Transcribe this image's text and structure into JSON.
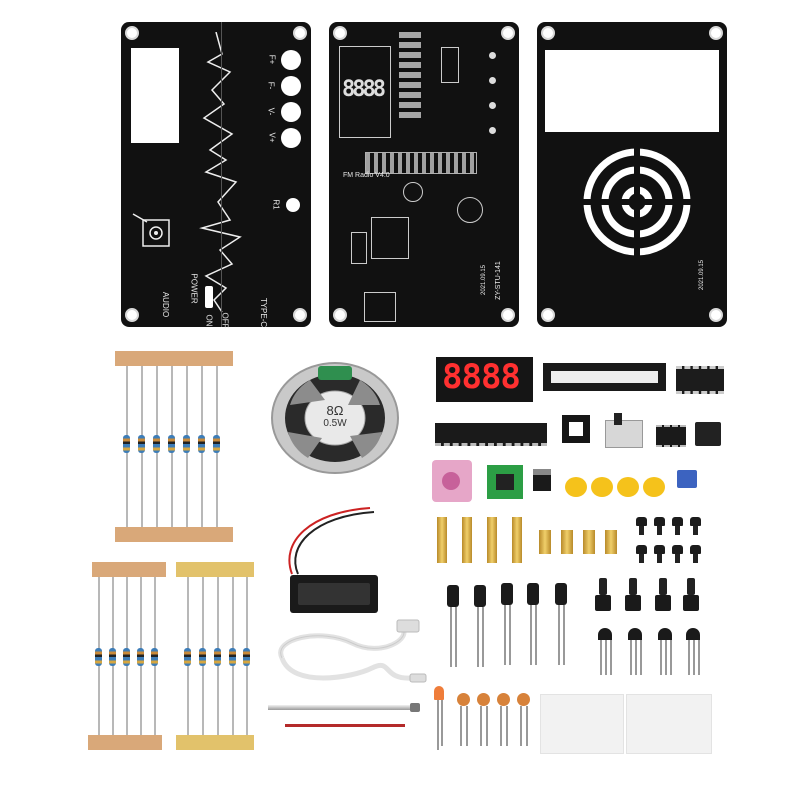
{
  "front_panel": {
    "labels": {
      "f_plus": "F+",
      "f_minus": "F-",
      "v_minus": "V-",
      "v_plus": "V+",
      "r1": "R1",
      "audio": "AUDIO",
      "power": "POWER",
      "on": "ON",
      "off": "OFF",
      "type_c": "TYPE-C"
    }
  },
  "main_board": {
    "title": "FM Radio V4.0",
    "display_digits": "8888",
    "bottom_code": "ZY-STU-141",
    "date_code": "2021.09.15"
  },
  "back_panel": {
    "date_code": "2021.09.15"
  },
  "speaker": {
    "impedance": "8Ω",
    "power": "0.5W"
  },
  "parts": {
    "display_module_digits": "8888"
  },
  "colors": {
    "pcb": "#111111",
    "silkscreen": "#e8e8e8",
    "segment_red": "#ff3030",
    "tape": "#d9a879",
    "brass": "#e0b44a",
    "cap_yellow": "#f5c21b",
    "green_module": "#2c9e45",
    "pink_jack": "#e6a6c8"
  }
}
